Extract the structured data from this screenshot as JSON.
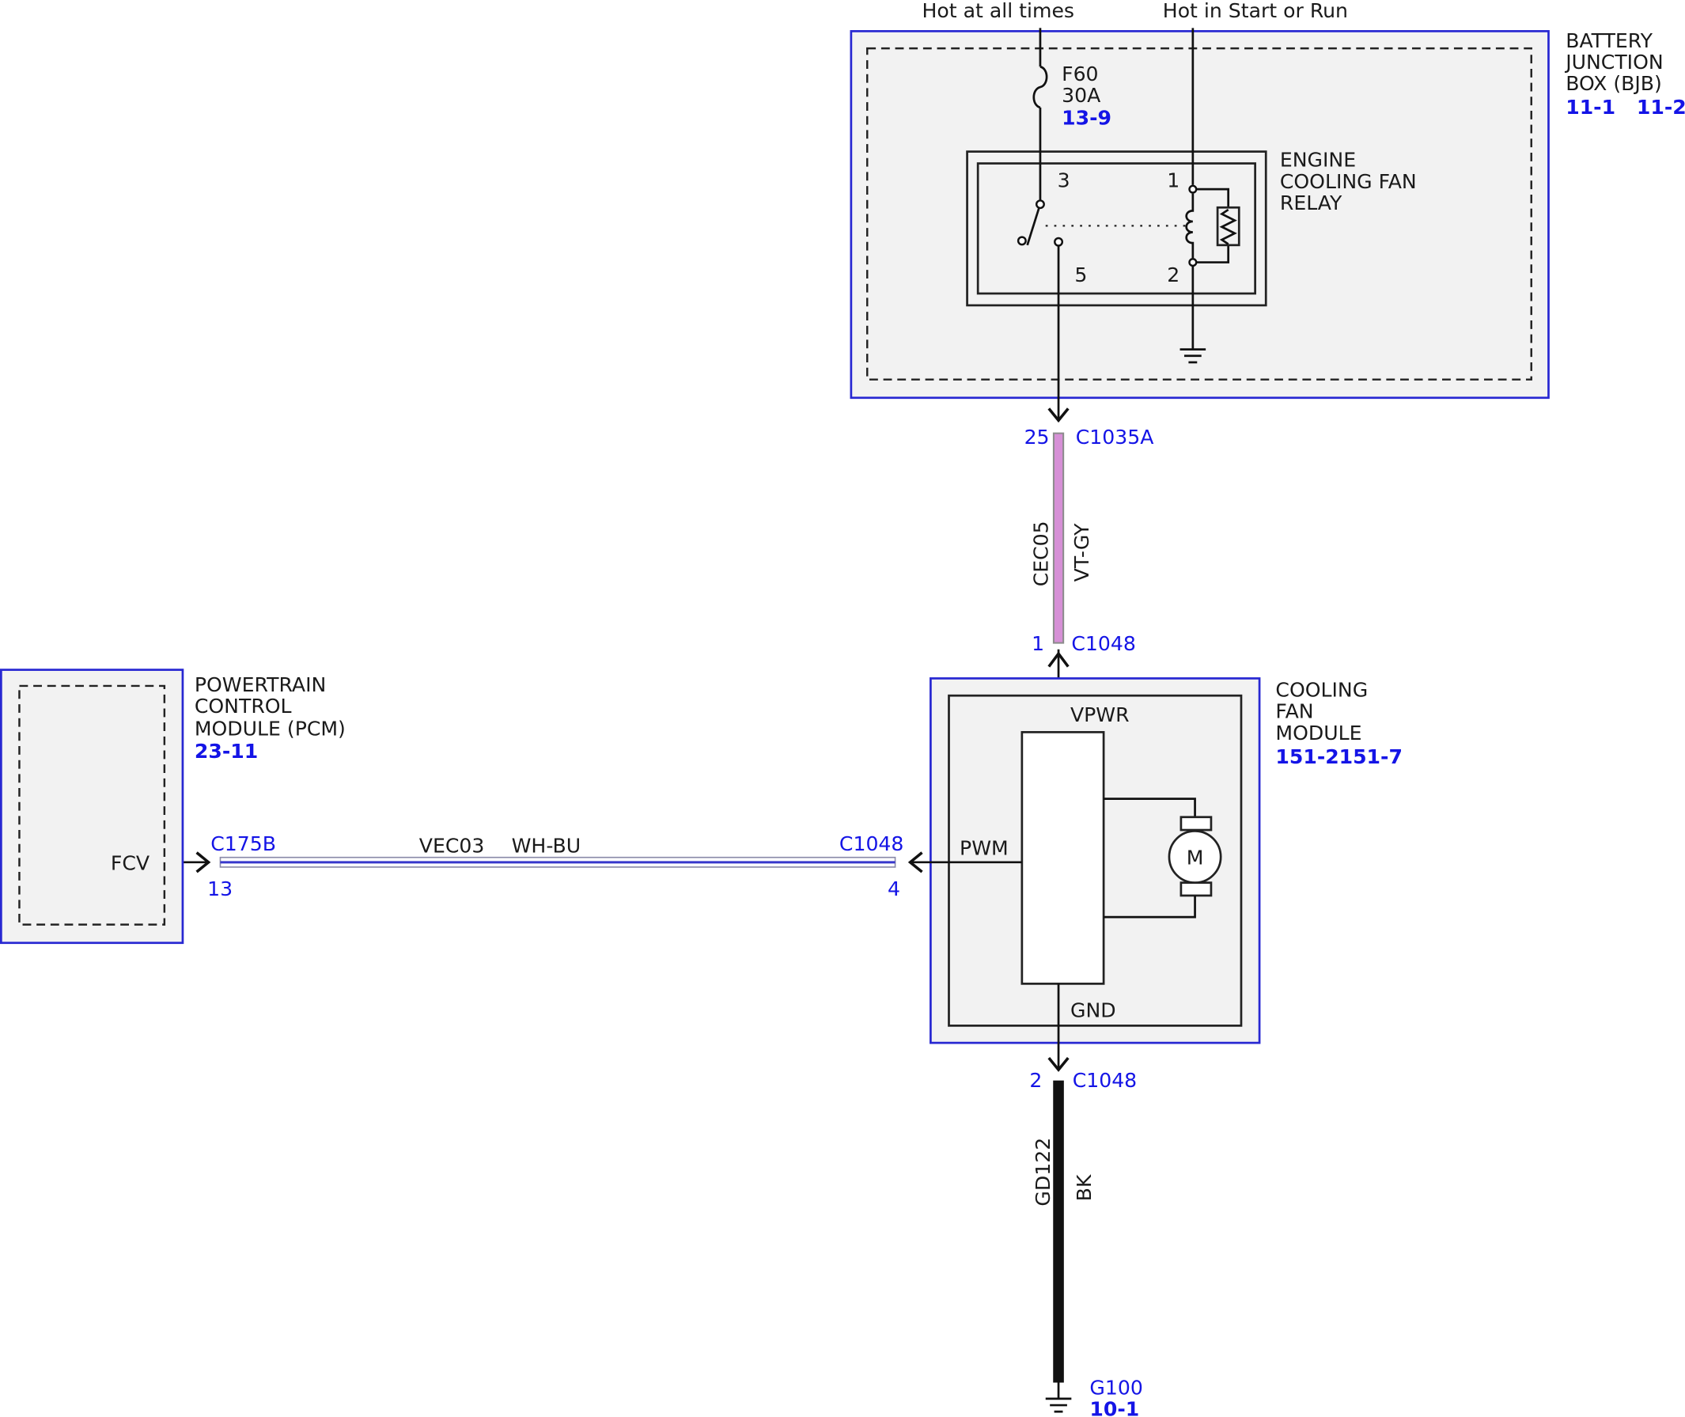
{
  "supply": {
    "left": "Hot at all times",
    "right": "Hot in Start or Run"
  },
  "bjb": {
    "name": [
      "BATTERY",
      "JUNCTION",
      "BOX (BJB)"
    ],
    "refs": [
      "11-1",
      "11-2"
    ]
  },
  "fuse": {
    "id": "F60",
    "rating": "30A",
    "ref": "13-9"
  },
  "relay": {
    "name": [
      "ENGINE",
      "COOLING FAN",
      "RELAY"
    ],
    "pins": [
      "3",
      "1",
      "5",
      "2"
    ]
  },
  "pcm": {
    "name": [
      "POWERTRAIN",
      "CONTROL",
      "MODULE (PCM)"
    ],
    "ref": "23-11",
    "pin_name": "FCV"
  },
  "fan_module": {
    "name": [
      "COOLING",
      "FAN",
      "MODULE"
    ],
    "refs": [
      "151-2",
      "151-7"
    ],
    "pins": {
      "power": "VPWR",
      "signal": "PWM",
      "ground": "GND"
    },
    "motor_label": "M"
  },
  "connectors": {
    "c1035a": {
      "name": "C1035A",
      "pin": "25"
    },
    "c1048_power": {
      "name": "C1048",
      "pin": "1"
    },
    "c1048_signal": {
      "name": "C1048",
      "pin": "4"
    },
    "c1048_ground": {
      "name": "C1048",
      "pin": "2"
    },
    "c175b": {
      "name": "C175B",
      "pin": "13"
    }
  },
  "wires": {
    "power": {
      "circuit": "CEC05",
      "color": "VT-GY"
    },
    "signal": {
      "circuit": "VEC03",
      "color": "WH-BU"
    },
    "ground": {
      "circuit": "GD122",
      "color": "BK"
    }
  },
  "ground_point": {
    "name": "G100",
    "ref": "10-1"
  },
  "colors": {
    "link": "#1414e6",
    "box_border": "#2828d2",
    "box_fill": "#f2f2f2",
    "line": "#111111",
    "text": "#1a1a1a",
    "wire_vt_gy": "#d690d6",
    "wire_wh_bu_tracer": "#3838cc",
    "wire_bk": "#111111"
  }
}
